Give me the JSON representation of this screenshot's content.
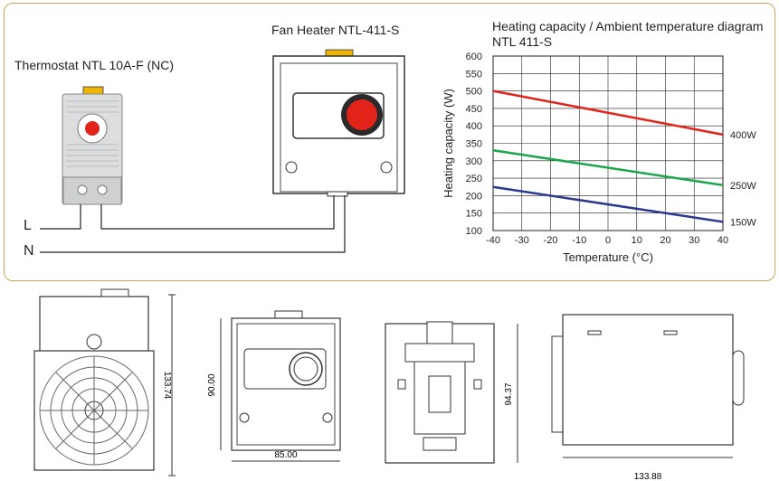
{
  "wiring": {
    "thermostat_title": "Thermostat NTL 10A-F (NC)",
    "heater_title": "Fan Heater NTL-411-S",
    "line_L": "L",
    "line_N": "N"
  },
  "chart_data": {
    "type": "line",
    "title": "Heating capacity / Ambient temperature diagram",
    "subtitle": "NTL 411-S",
    "xlabel": "Temperature (°C)",
    "ylabel": "Heating capacity (W)",
    "x": [
      -40,
      40
    ],
    "xticks": [
      -40,
      -30,
      -20,
      -10,
      0,
      10,
      20,
      30,
      40
    ],
    "yticks": [
      100,
      150,
      200,
      250,
      300,
      350,
      400,
      450,
      500,
      550,
      600
    ],
    "xlim": [
      -40,
      40
    ],
    "ylim": [
      100,
      600
    ],
    "grid": true,
    "series": [
      {
        "name": "400W",
        "color": "#e2231a",
        "values": [
          500,
          375
        ]
      },
      {
        "name": "250W",
        "color": "#1aa64b",
        "values": [
          330,
          230
        ]
      },
      {
        "name": "150W",
        "color": "#2b3990",
        "values": [
          225,
          125
        ]
      }
    ]
  },
  "dimensions": {
    "front_height": "133.74",
    "front_height_2": "90.00",
    "front_width": "85.00",
    "back_height": "94.37",
    "side_width": "133.88"
  }
}
